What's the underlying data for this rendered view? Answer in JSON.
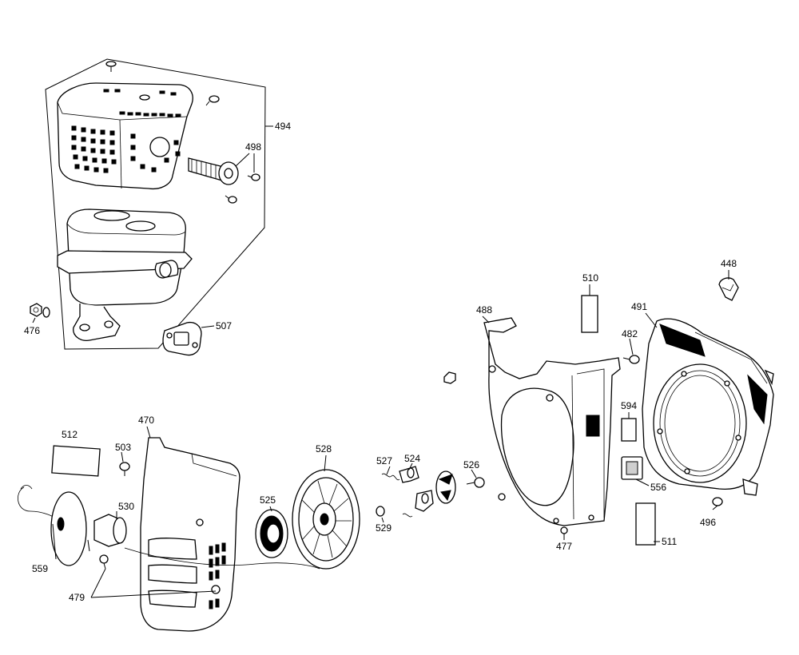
{
  "labels": {
    "p494": "494",
    "p498": "498",
    "p476": "476",
    "p507": "507",
    "p448": "448",
    "p510": "510",
    "p488": "488",
    "p491": "491",
    "p482": "482",
    "p594": "594",
    "p556": "556",
    "p496": "496",
    "p511": "511",
    "p477": "477",
    "p512": "512",
    "p470": "470",
    "p503": "503",
    "p530": "530",
    "p559": "559",
    "p479": "479",
    "p528": "528",
    "p525": "525",
    "p527": "527",
    "p524": "524",
    "p529": "529",
    "p526": "526"
  }
}
